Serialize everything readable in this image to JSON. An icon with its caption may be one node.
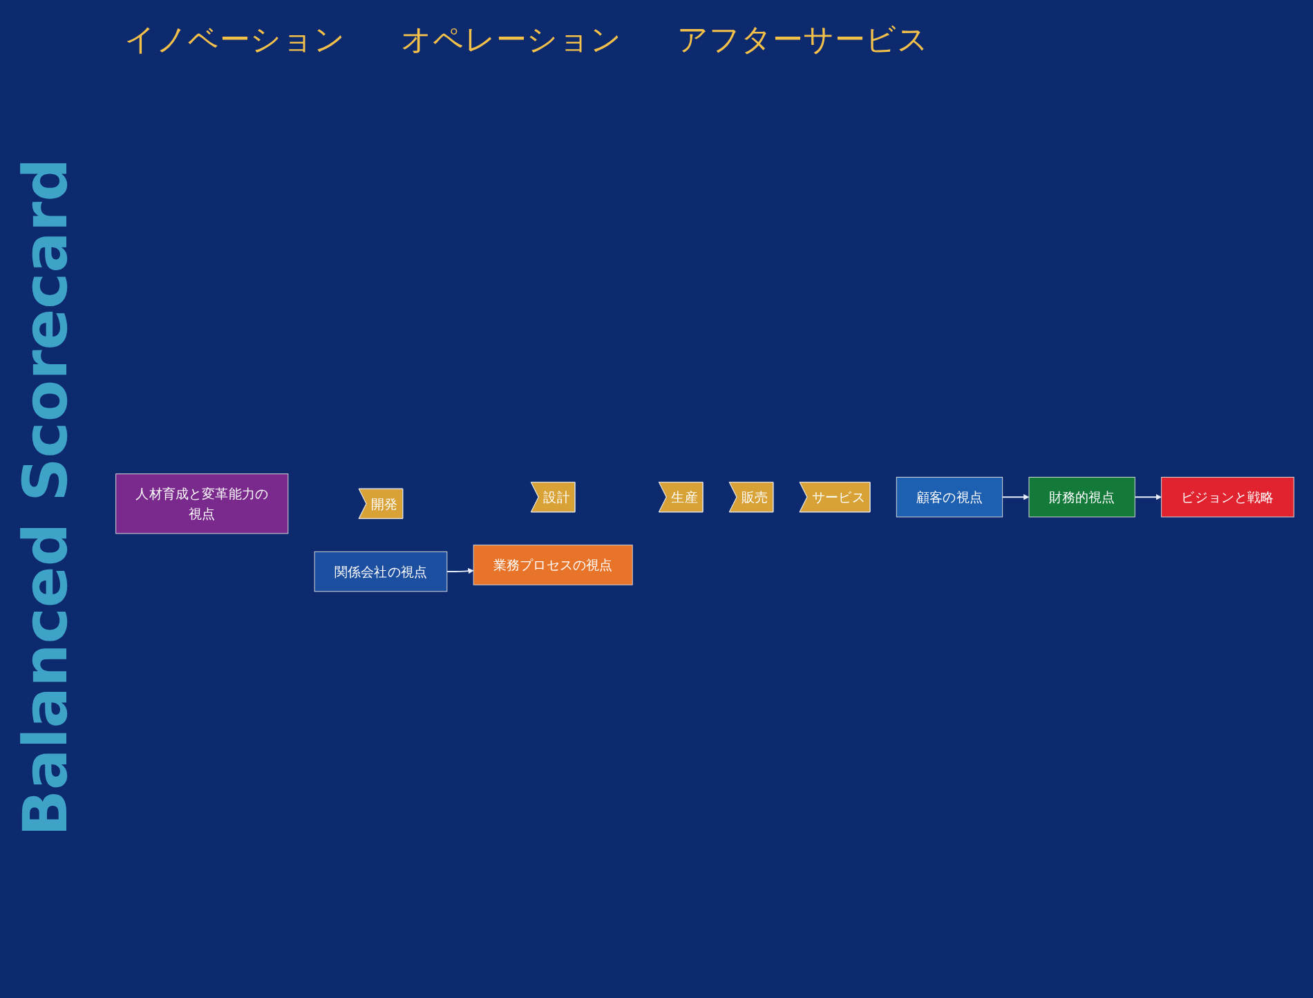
{
  "diagram": {
    "title": "Balanced Scorecard",
    "nodes": [
      {
        "text": [
          "ビジョンと戦略"
        ]
      },
      {
        "text": [
          "財務的視点"
        ]
      },
      {
        "text": [
          "人材育成と変革能力の視点"
        ]
      },
      {
        "text": [
          "開発"
        ]
      },
      {
        "text": [
          "設計"
        ]
      },
      {
        "text": [
          "生産"
        ]
      },
      {
        "text": [
          "販売"
        ]
      },
      {
        "text": [
          "サービス"
        ]
      },
      {
        "text": [
          "業務プロセスの視点"
        ]
      },
      {
        "text": [
          "顧客の視点"
        ]
      },
      {
        "text": [
          "関係会社の視点"
        ]
      }
    ],
    "edges": [
      {
        "from": 1,
        "to": 0,
        "arrow": "to"
      },
      {
        "from": 9,
        "to": 1,
        "arrow": "to"
      },
      {
        "from": 10,
        "to": 8,
        "arrow": "to"
      }
    ],
    "labels": [
      "イノベーション",
      "オペレーション",
      "アフターサービス"
    ]
  }
}
